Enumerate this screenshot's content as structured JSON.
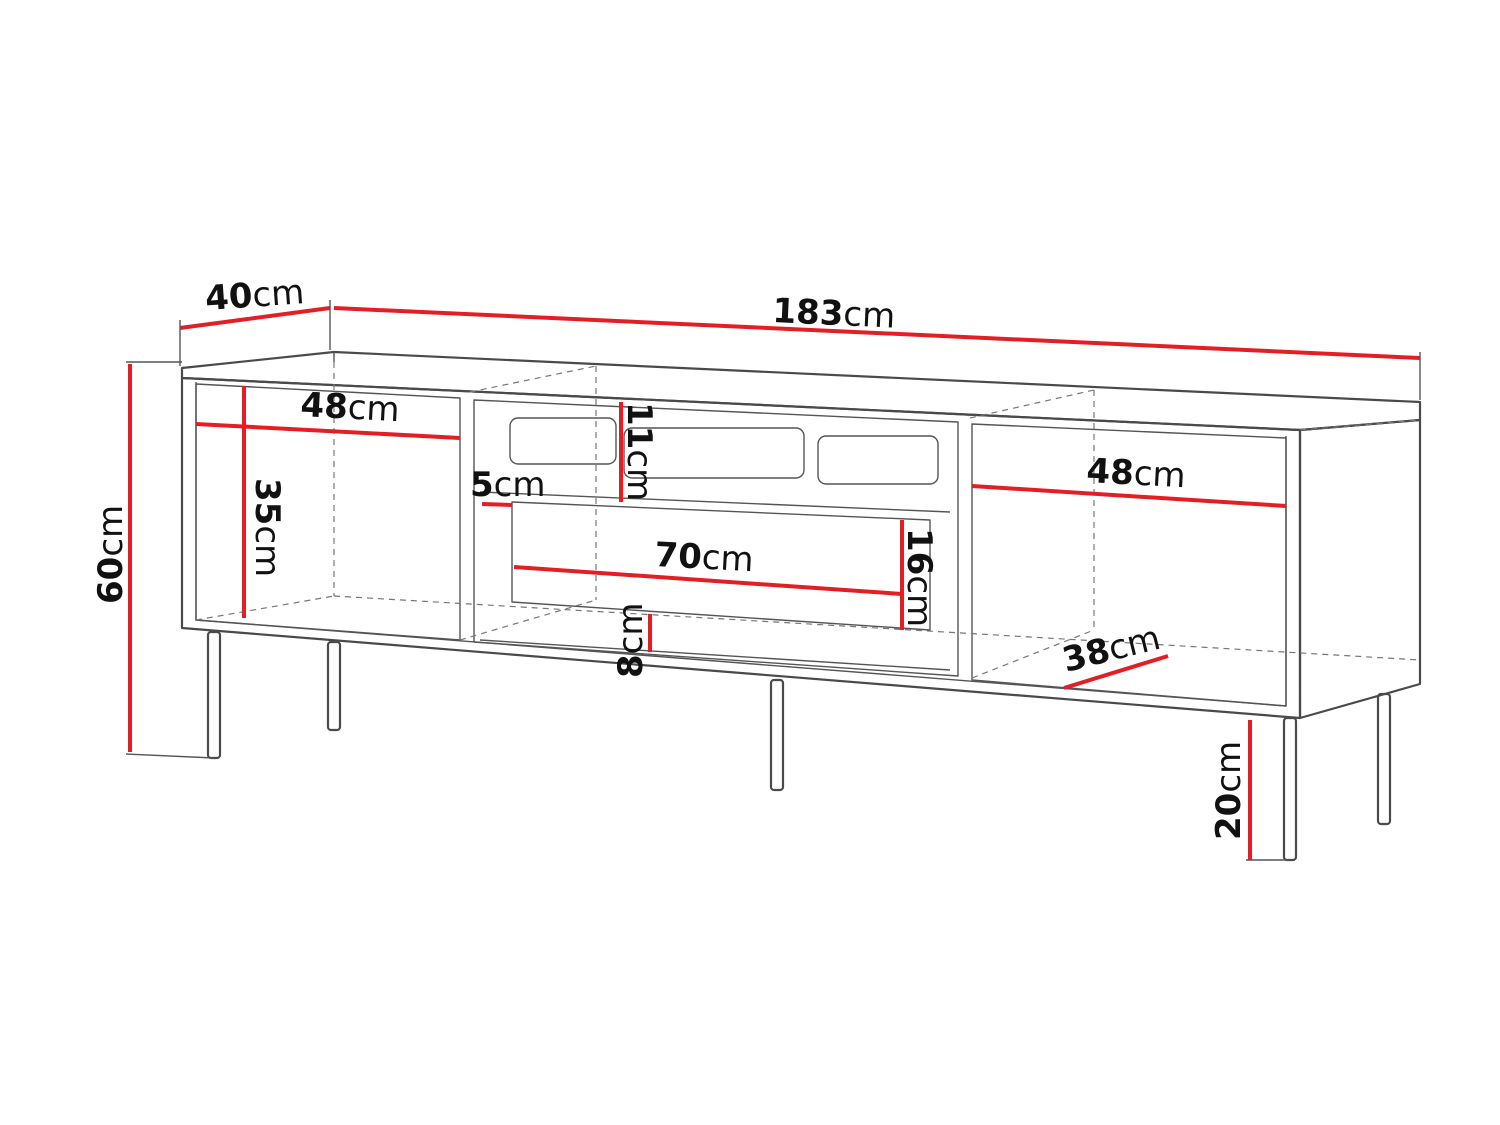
{
  "colors": {
    "dimension_line": "#e31e24",
    "outline": "#4a4a4a",
    "background": "#ffffff"
  },
  "dimensions": {
    "total_width": {
      "value": "183",
      "unit": "cm"
    },
    "depth": {
      "value": "40",
      "unit": "cm"
    },
    "total_height": {
      "value": "60",
      "unit": "cm"
    },
    "left_width": {
      "value": "48",
      "unit": "cm"
    },
    "left_height": {
      "value": "35",
      "unit": "cm"
    },
    "top_slot": {
      "value": "11",
      "unit": "cm"
    },
    "drawer_offset": {
      "value": "5",
      "unit": "cm"
    },
    "drawer_width": {
      "value": "70",
      "unit": "cm"
    },
    "drawer_height": {
      "value": "16",
      "unit": "cm"
    },
    "bottom_gap": {
      "value": "8",
      "unit": "cm"
    },
    "right_width": {
      "value": "48",
      "unit": "cm"
    },
    "right_depth": {
      "value": "38",
      "unit": "cm"
    },
    "leg_height": {
      "value": "20",
      "unit": "cm"
    }
  }
}
